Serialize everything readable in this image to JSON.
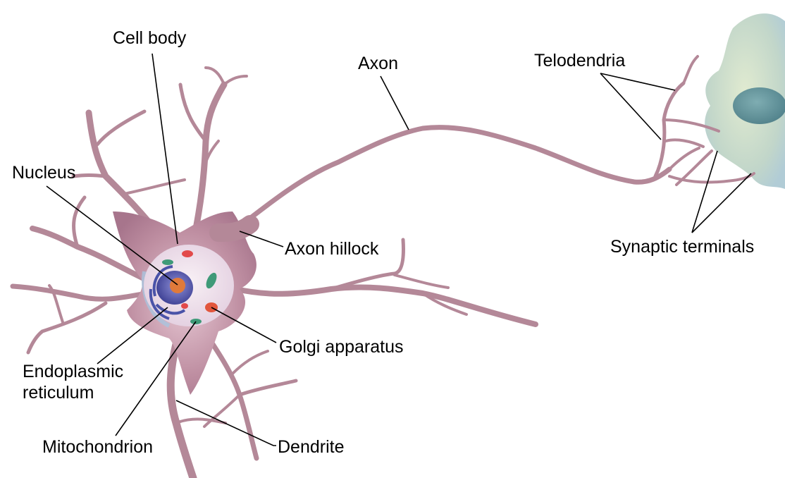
{
  "diagram": {
    "labels": {
      "cell_body": "Cell body",
      "axon": "Axon",
      "telodendria": "Telodendria",
      "nucleus": "Nucleus",
      "axon_hillock": "Axon hillock",
      "synaptic_terminals": "Synaptic terminals",
      "golgi_apparatus": "Golgi apparatus",
      "endoplasmic_reticulum_line1": "Endoplasmic",
      "endoplasmic_reticulum_line2": "reticulum",
      "mitochondrion": "Mitochondrion",
      "dendrite": "Dendrite"
    },
    "colors": {
      "neuron_membrane": "#b98a9c",
      "neuron_highlight": "#d9b4c2",
      "neuron_edge_blue": "#a9c4de",
      "cell_interior": "#efe3ee",
      "nucleus_outer": "#5a5fb0",
      "nucleolus": "#e07a3a",
      "target_cell": "#c9ddc0",
      "target_nucleus": "#4f8a96",
      "leader_line": "#000000",
      "label_text": "#000000",
      "background": "#ffffff"
    }
  }
}
